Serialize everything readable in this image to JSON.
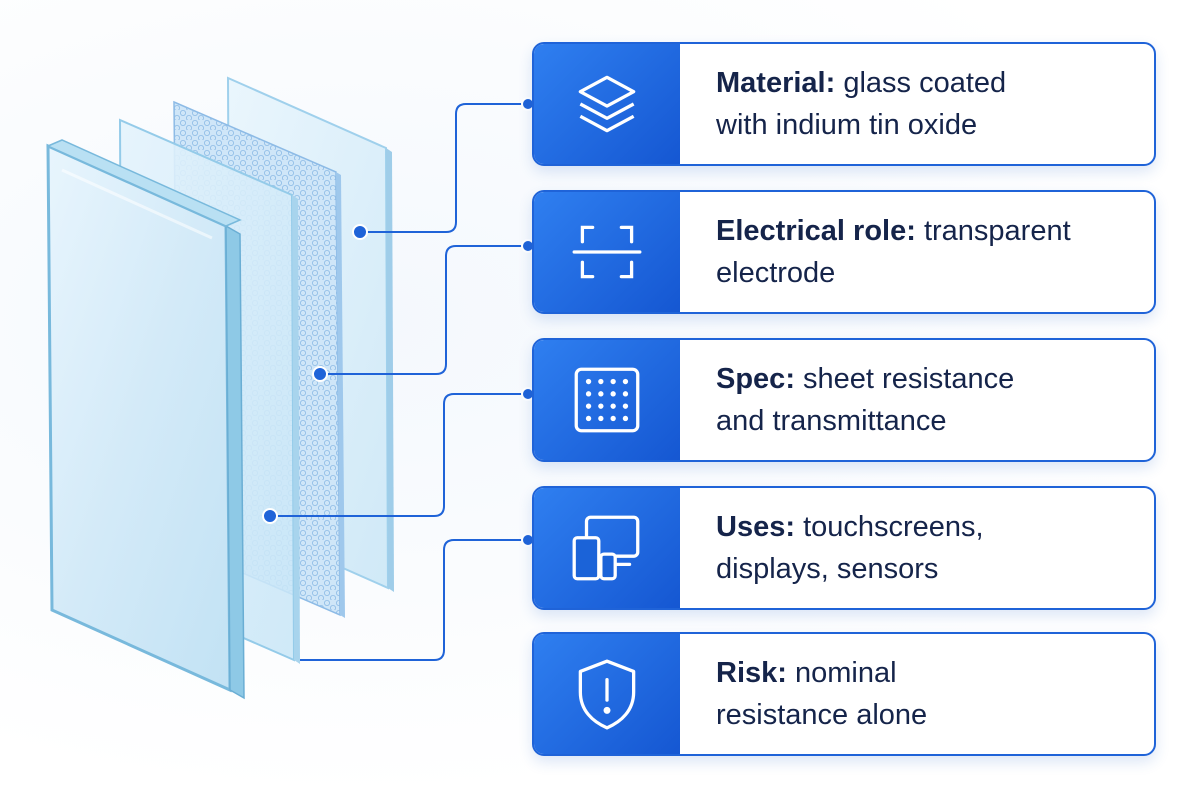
{
  "cards": [
    {
      "label": "Material:",
      "line1": "glass coated",
      "line2": "with indium tin oxide",
      "icon": "layers-icon"
    },
    {
      "label": "Electrical role:",
      "line1": "transparent",
      "line2": "electrode",
      "icon": "electrode-frame-icon"
    },
    {
      "label": "Spec:",
      "line1": "sheet resistance",
      "line2": "and transmittance",
      "icon": "dot-grid-icon"
    },
    {
      "label": "Uses:",
      "line1": "touchscreens,",
      "line2": "displays, sensors",
      "icon": "devices-icon"
    },
    {
      "label": "Risk:",
      "line1": "nominal",
      "line2": "resistance alone",
      "icon": "shield-warning-icon"
    }
  ],
  "colors": {
    "accent": "#1f63d8",
    "icon_gradient_start": "#2f7ff0",
    "icon_gradient_end": "#1557d2",
    "text": "#15244a",
    "glass": "#d6ecfa",
    "glass_edge": "#7fbfe0"
  }
}
